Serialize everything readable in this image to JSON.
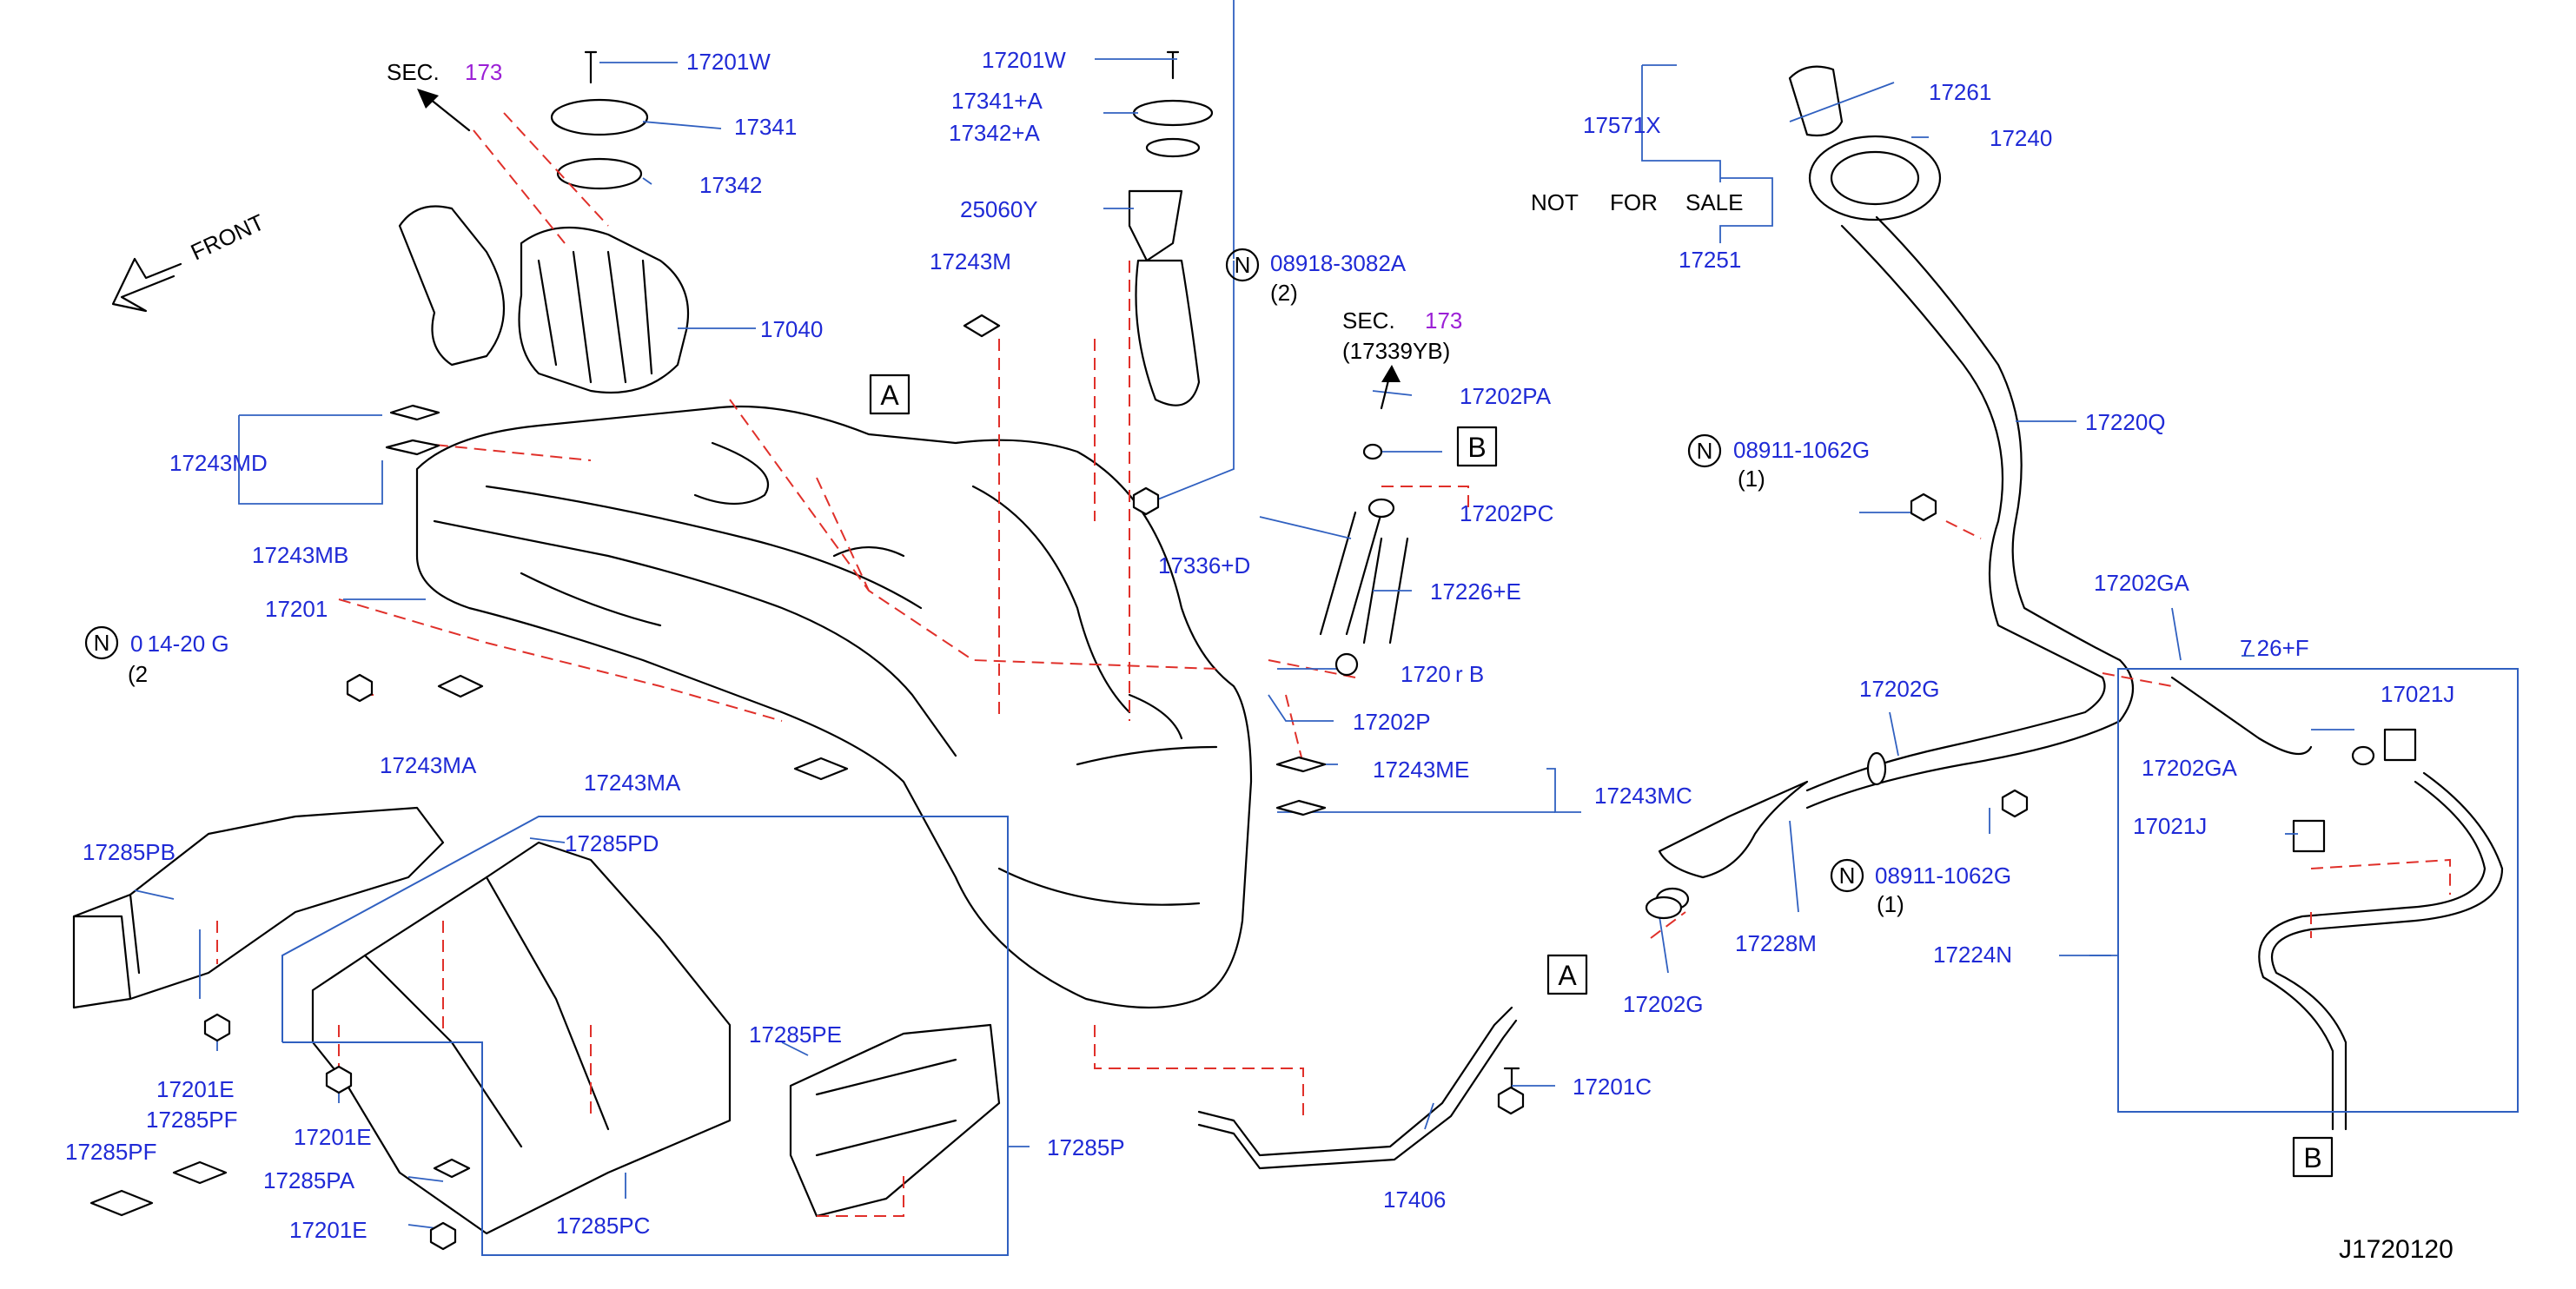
{
  "diagram_id": "J1720120",
  "notice": {
    "not": "NOT",
    "for": "FOR",
    "sale": "SALE"
  },
  "sections": [
    {
      "prefix": "SEC.",
      "number": "173",
      "sub": ""
    },
    {
      "prefix": "SEC.",
      "number": "173",
      "sub": "(17339YB)"
    }
  ],
  "front_label": "FRONT",
  "refs": {
    "a": "A",
    "b": "B"
  },
  "note_symbol": "N",
  "notes": [
    {
      "code": "08918-3082A",
      "qty": "(2)"
    },
    {
      "code": "08911-1062G",
      "qty": "(1)"
    },
    {
      "code": "08911-1062G",
      "qty": "(1)"
    },
    {
      "code": "0 14​-​20​ G",
      "qty": "(2"
    }
  ],
  "parts": {
    "p17201W_a": "17201W",
    "p17341": "17341",
    "p17342": "17342",
    "p17040": "17040",
    "p17201W_b": "17201W",
    "p17341A": "17341+A",
    "p17342A": "17342+A",
    "p25060Y": "25060Y",
    "p17243M": "17243M",
    "p17243MD": "17243MD",
    "p17243MB": "17243MB",
    "p17201": "17201",
    "p17243MA_a": "17243MA",
    "p17243MA_b": "17243MA",
    "p17202PA": "17202PA",
    "p17202PC": "17202PC",
    "p17336D": "17336+D",
    "p17226E": "17226+E",
    "p17202rB": "1720 r B",
    "p17202P": "17202P",
    "p17243ME": "17243ME",
    "p17243MC": "17243MC",
    "p17571X": "17571X",
    "p17261": "17261",
    "p17240": "17240",
    "p17251": "17251",
    "p17220Q": "17220Q",
    "p17202GA_a": "17202GA",
    "p17226F": "7 26+F",
    "p17202G_top": "17202G",
    "p17202GA_b": "17202GA",
    "p17021J_a": "17021J",
    "p17021J_b": "17021J",
    "p17228M": "17228M",
    "p17224N": "17224N",
    "p17202G": "17202G",
    "p17285PB": "17285PB",
    "p17285PD": "17285PD",
    "p17285PE": "17285PE",
    "p17285P": "17285P",
    "p17201E_a": "17201E",
    "p17285PF_a": "17285PF",
    "p17285PF_b": "17285PF",
    "p17201E_b": "17201E",
    "p17285PA": "17285PA",
    "p17201E_c": "17201E",
    "p17285PC": "17285PC",
    "p17201C": "17201C",
    "p17406": "17406"
  }
}
